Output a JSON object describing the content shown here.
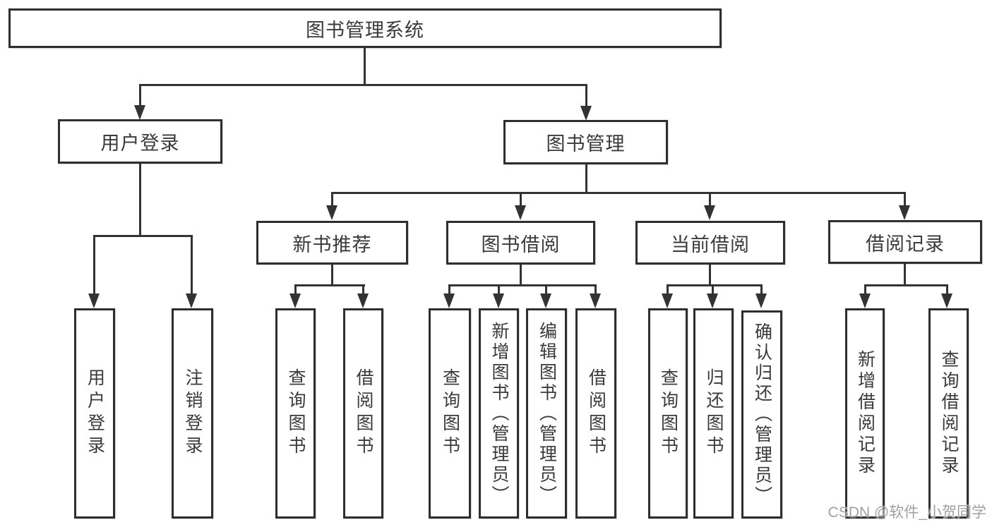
{
  "title": "图书管理系统",
  "level2": {
    "user_login": "用户登录",
    "book_mgmt": "图书管理"
  },
  "user_login_children": [
    "用户登录",
    "注销登录"
  ],
  "book_sections": [
    {
      "label": "新书推荐",
      "children": [
        "查询图书",
        "借阅图书"
      ]
    },
    {
      "label": "图书借阅",
      "children": [
        "查询图书",
        "新增图书（管理员）",
        "编辑图书（管理员）",
        "借阅图书"
      ]
    },
    {
      "label": "当前借阅",
      "children": [
        "查询图书",
        "归还图书",
        "确认归还（管理员）"
      ]
    },
    {
      "label": "借阅记录",
      "children": [
        "新增借阅记录",
        "查询借阅记录"
      ]
    }
  ],
  "watermark": "CSDN @软件_小贺同学",
  "colors": {
    "border": "#2e2e2e",
    "line": "#333333",
    "text": "#3a3a3a",
    "watermark_text": "#a0a0a0",
    "background": "#ffffff"
  }
}
